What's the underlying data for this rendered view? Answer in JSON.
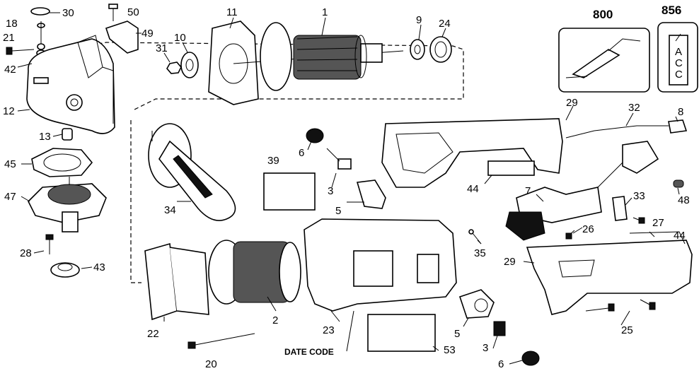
{
  "diagram": {
    "callouts": {
      "p1": "1",
      "p2": "2",
      "p3a": "3",
      "p3b": "3",
      "p5a": "5",
      "p5b": "5",
      "p6a": "6",
      "p6b": "6",
      "p7": "7",
      "p8": "8",
      "p9": "9",
      "p10": "10",
      "p11": "11",
      "p12": "12",
      "p13": "13",
      "p18": "18",
      "p20": "20",
      "p21": "21",
      "p22": "22",
      "p23": "23",
      "p24": "24",
      "p25": "25",
      "p26": "26",
      "p27": "27",
      "p28": "28",
      "p29a": "29",
      "p29b": "29",
      "p30": "30",
      "p31": "31",
      "p32": "32",
      "p33": "33",
      "p34": "34",
      "p35": "35",
      "p39": "39",
      "p42": "42",
      "p43": "43",
      "p44a": "44",
      "p44b": "44",
      "p45": "45",
      "p47": "47",
      "p48": "48",
      "p49": "49",
      "p50": "50",
      "p53": "53",
      "p800": "800",
      "p856": "856"
    },
    "date_code_label": "DATE CODE",
    "label_856_letters": [
      "A",
      "C",
      "C"
    ]
  }
}
